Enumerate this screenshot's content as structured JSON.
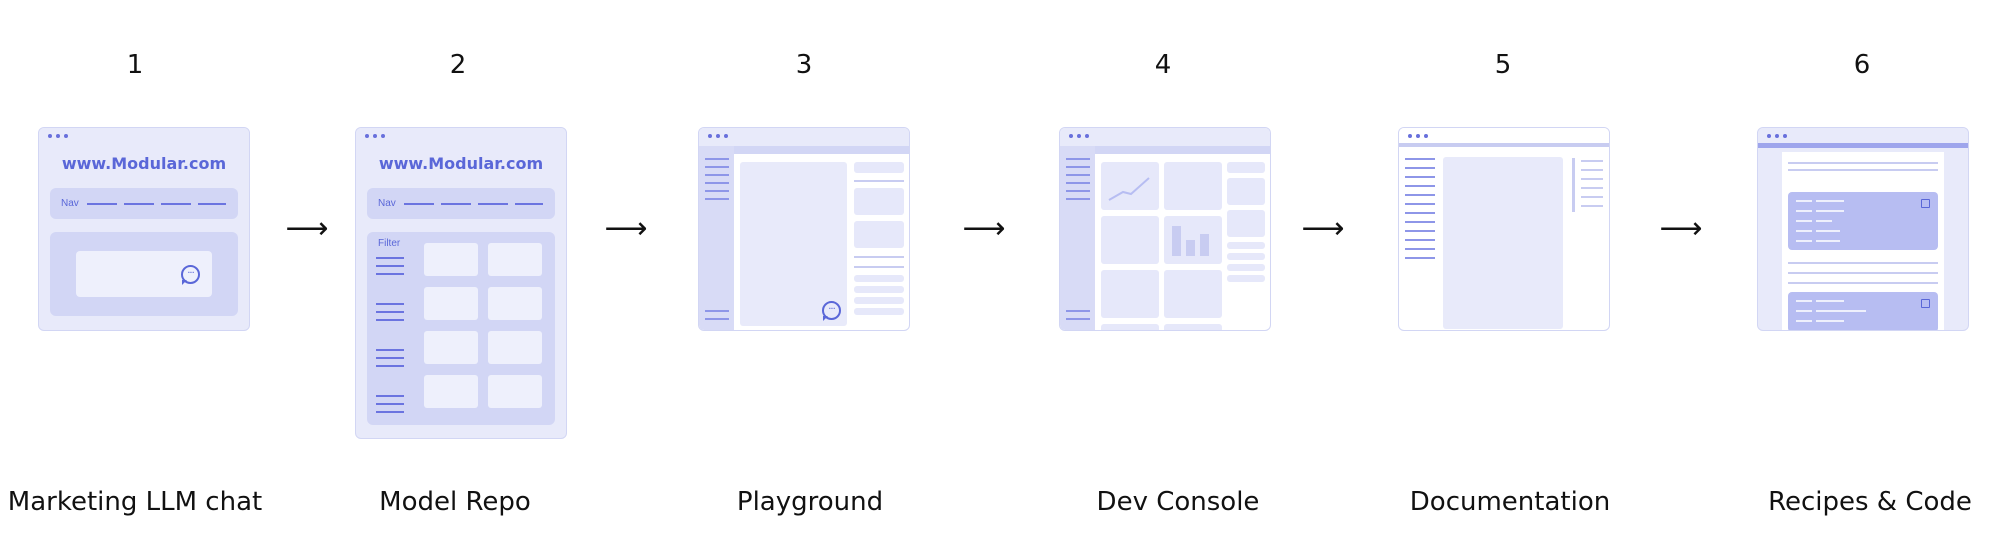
{
  "steps": [
    {
      "number": "1",
      "label": "Marketing LLM chat",
      "icon": "chat-bubble-icon"
    },
    {
      "number": "2",
      "label": "Model Repo"
    },
    {
      "number": "3",
      "label": "Playground",
      "icon": "chat-bubble-icon"
    },
    {
      "number": "4",
      "label": "Dev Console"
    },
    {
      "number": "5",
      "label": "Documentation"
    },
    {
      "number": "6",
      "label": "Recipes & Code",
      "icon": "copy-icon"
    }
  ],
  "mockups": {
    "site_url": "www.Modular.com",
    "nav_label": "Nav",
    "filter_label": "Filter"
  },
  "arrow_glyph": "⟶",
  "colors": {
    "accent": "#5a67d8",
    "panel": "#d2d6f5",
    "background_light": "#e8eafa"
  }
}
